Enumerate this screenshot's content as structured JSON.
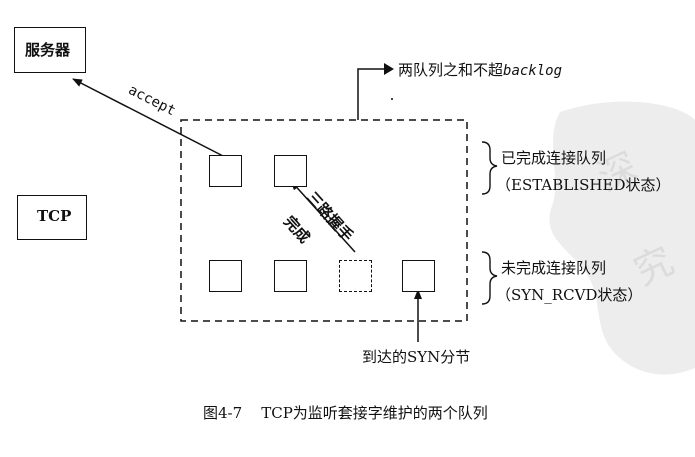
{
  "diagram": {
    "server_label": "服务器",
    "tcp_label": "TCP",
    "accept_label": "accept",
    "sum_label_prefix": "两队列之和不超",
    "sum_label_italic": "backlog",
    "completed_queue": {
      "line1": "已完成连接队列",
      "line2": "（ESTABLISHED状态）"
    },
    "incomplete_queue": {
      "line1": "未完成连接队列",
      "line2": "（SYN_RCVD状态）"
    },
    "handshake_line1": "三路握手",
    "handshake_line2": "完成",
    "syn_arrival_label": "到达的SYN分节",
    "watermark_glyphs": [
      "深",
      "究"
    ]
  },
  "caption": {
    "text": "图4-7    TCP为监听套接字维护的两个队列"
  },
  "colors": {
    "ink": "#111111",
    "watermark": "#dcdcdc",
    "background": "#ffffff"
  }
}
